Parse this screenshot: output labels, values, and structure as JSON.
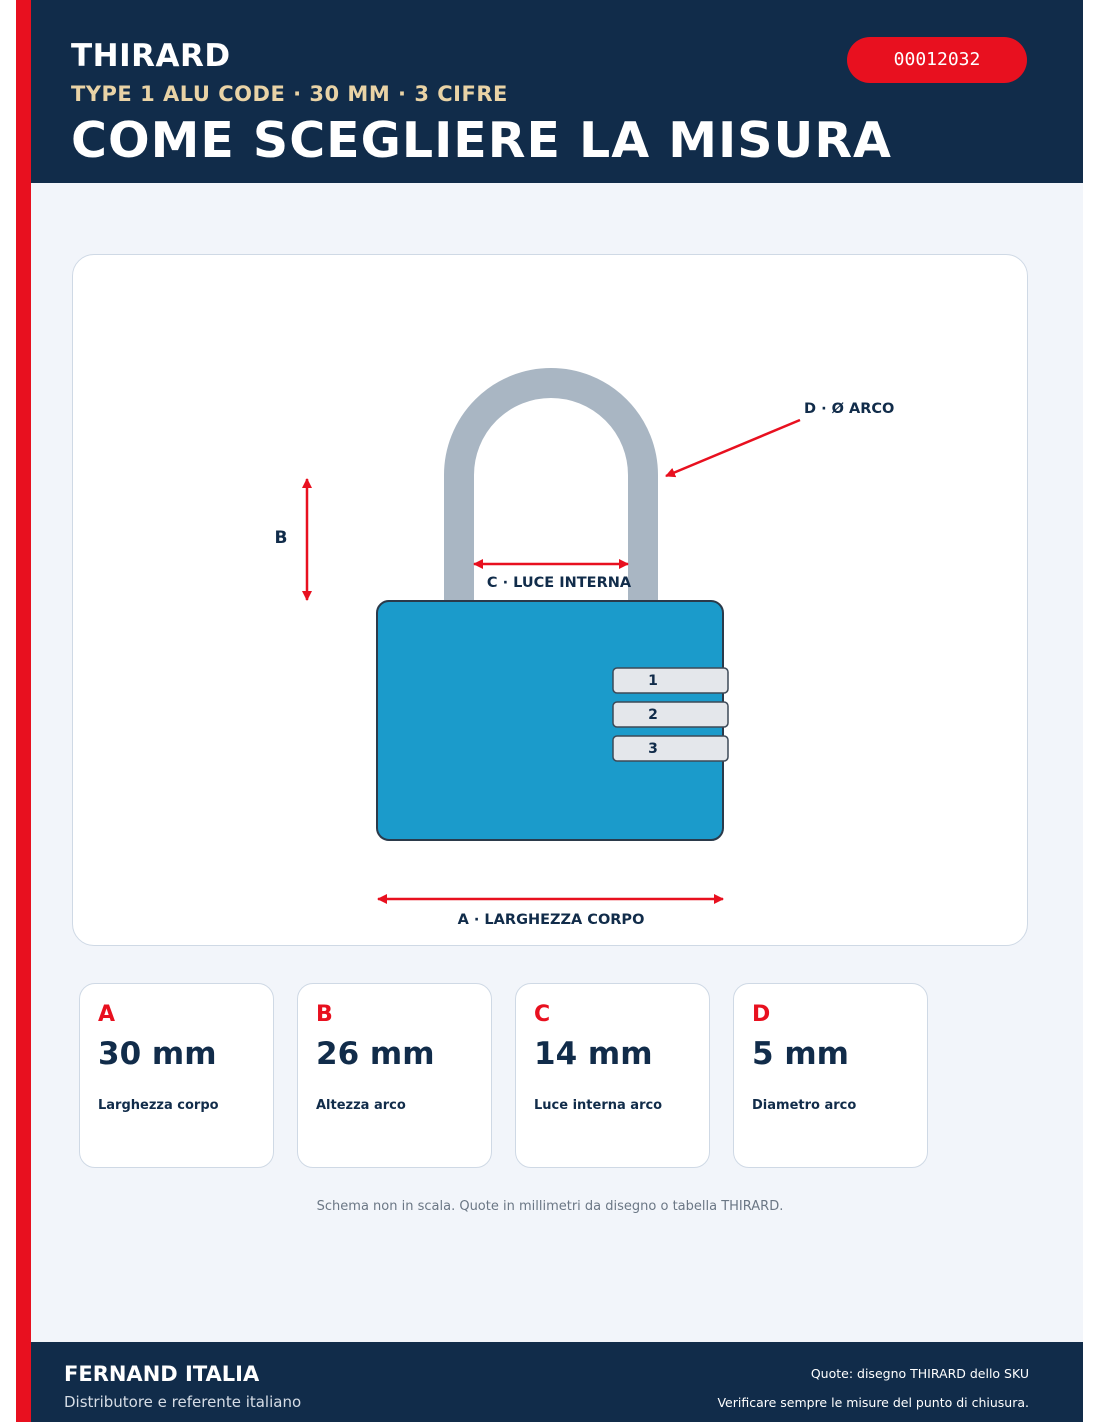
{
  "header": {
    "brand": "THIRARD",
    "subtitle": "TYPE 1 ALU CODE · 30 MM · 3 CIFRE",
    "title": "COME SCEGLIERE LA MISURA",
    "code": "00012032"
  },
  "diagram": {
    "label_a": "A · LARGHEZZA CORPO",
    "label_b": "B",
    "label_c": "C · LUCE INTERNA",
    "label_d": "D · Ø ARCO",
    "dials": [
      "1",
      "2",
      "3"
    ]
  },
  "dimensions": [
    {
      "letter": "A",
      "value": "30 mm",
      "label": "Larghezza corpo"
    },
    {
      "letter": "B",
      "value": "26 mm",
      "label": "Altezza arco"
    },
    {
      "letter": "C",
      "value": "14 mm",
      "label": "Luce interna arco"
    },
    {
      "letter": "D",
      "value": "5 mm",
      "label": "Diametro arco"
    }
  ],
  "note": "Schema non in scala. Quote in millimetri da disegno o tabella THIRARD.",
  "footer": {
    "brand": "FERNAND ITALIA",
    "role": "Distributore e referente italiano",
    "line1": "Quote: disegno THIRARD dello SKU",
    "line2": "Verificare sempre le misure del punto di chiusura."
  },
  "colors": {
    "navy": "#112c4a",
    "accent_red": "#e8101f",
    "gold": "#e9d3a6",
    "lock_body": "#1b9bcb",
    "shackle": "#a9b6c3",
    "background": "#f2f5fa"
  }
}
